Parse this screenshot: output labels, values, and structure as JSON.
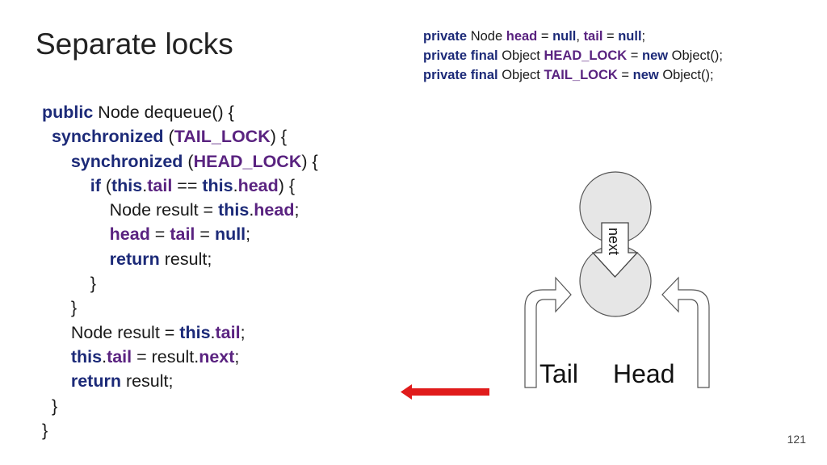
{
  "title": "Separate locks",
  "declarations": [
    [
      {
        "t": "private",
        "c": "kw"
      },
      {
        "t": " Node ",
        "c": "txt"
      },
      {
        "t": "head",
        "c": "fld"
      },
      {
        "t": " = ",
        "c": "txt"
      },
      {
        "t": "null",
        "c": "kw"
      },
      {
        "t": ", ",
        "c": "txt"
      },
      {
        "t": "tail",
        "c": "fld"
      },
      {
        "t": " = ",
        "c": "txt"
      },
      {
        "t": "null",
        "c": "kw"
      },
      {
        "t": ";",
        "c": "txt"
      }
    ],
    [
      {
        "t": "private final",
        "c": "kw"
      },
      {
        "t": " Object ",
        "c": "txt"
      },
      {
        "t": "HEAD_LOCK",
        "c": "fld"
      },
      {
        "t": " = ",
        "c": "txt"
      },
      {
        "t": "new",
        "c": "kw"
      },
      {
        "t": " Object();",
        "c": "txt"
      }
    ],
    [
      {
        "t": "private final",
        "c": "kw"
      },
      {
        "t": " Object ",
        "c": "txt"
      },
      {
        "t": "TAIL_LOCK",
        "c": "fld"
      },
      {
        "t": " = ",
        "c": "txt"
      },
      {
        "t": "new",
        "c": "kw"
      },
      {
        "t": " Object();",
        "c": "txt"
      }
    ]
  ],
  "code_lines": [
    [
      {
        "t": "public",
        "c": "kw"
      },
      {
        "t": " Node dequeue() {",
        "c": "txt"
      }
    ],
    [
      {
        "t": "  ",
        "c": "txt"
      },
      {
        "t": "synchronized",
        "c": "kw"
      },
      {
        "t": " (",
        "c": "txt"
      },
      {
        "t": "TAIL_LOCK",
        "c": "fld"
      },
      {
        "t": ") {",
        "c": "txt"
      }
    ],
    [
      {
        "t": "      ",
        "c": "txt"
      },
      {
        "t": "synchronized",
        "c": "kw"
      },
      {
        "t": " (",
        "c": "txt"
      },
      {
        "t": "HEAD_LOCK",
        "c": "fld"
      },
      {
        "t": ") {",
        "c": "txt"
      }
    ],
    [
      {
        "t": "          ",
        "c": "txt"
      },
      {
        "t": "if",
        "c": "kw"
      },
      {
        "t": " (",
        "c": "txt"
      },
      {
        "t": "this",
        "c": "kw"
      },
      {
        "t": ".",
        "c": "txt"
      },
      {
        "t": "tail",
        "c": "fld"
      },
      {
        "t": " == ",
        "c": "txt"
      },
      {
        "t": "this",
        "c": "kw"
      },
      {
        "t": ".",
        "c": "txt"
      },
      {
        "t": "head",
        "c": "fld"
      },
      {
        "t": ") {",
        "c": "txt"
      }
    ],
    [
      {
        "t": "              Node result = ",
        "c": "txt"
      },
      {
        "t": "this",
        "c": "kw"
      },
      {
        "t": ".",
        "c": "txt"
      },
      {
        "t": "head",
        "c": "fld"
      },
      {
        "t": ";",
        "c": "txt"
      }
    ],
    [
      {
        "t": "              ",
        "c": "txt"
      },
      {
        "t": "head",
        "c": "fld"
      },
      {
        "t": " = ",
        "c": "txt"
      },
      {
        "t": "tail",
        "c": "fld"
      },
      {
        "t": " = ",
        "c": "txt"
      },
      {
        "t": "null",
        "c": "kw"
      },
      {
        "t": ";",
        "c": "txt"
      }
    ],
    [
      {
        "t": "              ",
        "c": "txt"
      },
      {
        "t": "return",
        "c": "kw"
      },
      {
        "t": " result;",
        "c": "txt"
      }
    ],
    [
      {
        "t": "          }",
        "c": "txt"
      }
    ],
    [
      {
        "t": "      }",
        "c": "txt"
      }
    ],
    [
      {
        "t": "      Node result = ",
        "c": "txt"
      },
      {
        "t": "this",
        "c": "kw"
      },
      {
        "t": ".",
        "c": "txt"
      },
      {
        "t": "tail",
        "c": "fld"
      },
      {
        "t": ";",
        "c": "txt"
      }
    ],
    [
      {
        "t": "      ",
        "c": "txt"
      },
      {
        "t": "this",
        "c": "kw"
      },
      {
        "t": ".",
        "c": "txt"
      },
      {
        "t": "tail",
        "c": "fld"
      },
      {
        "t": " = result.",
        "c": "txt"
      },
      {
        "t": "next",
        "c": "fld"
      },
      {
        "t": ";",
        "c": "txt"
      }
    ],
    [
      {
        "t": "      ",
        "c": "txt"
      },
      {
        "t": "return",
        "c": "kw"
      },
      {
        "t": " result;",
        "c": "txt"
      }
    ],
    [
      {
        "t": "  }",
        "c": "txt"
      }
    ],
    [
      {
        "t": "}",
        "c": "txt"
      }
    ]
  ],
  "diagram": {
    "next_label": "next",
    "tail_label": "Tail",
    "head_label": "Head"
  },
  "colors": {
    "keyword": "#1c2a78",
    "field": "#5a2380",
    "pointer_arrow": "#e01b1b",
    "node_fill": "#e6e6e6"
  },
  "page_number": "121"
}
